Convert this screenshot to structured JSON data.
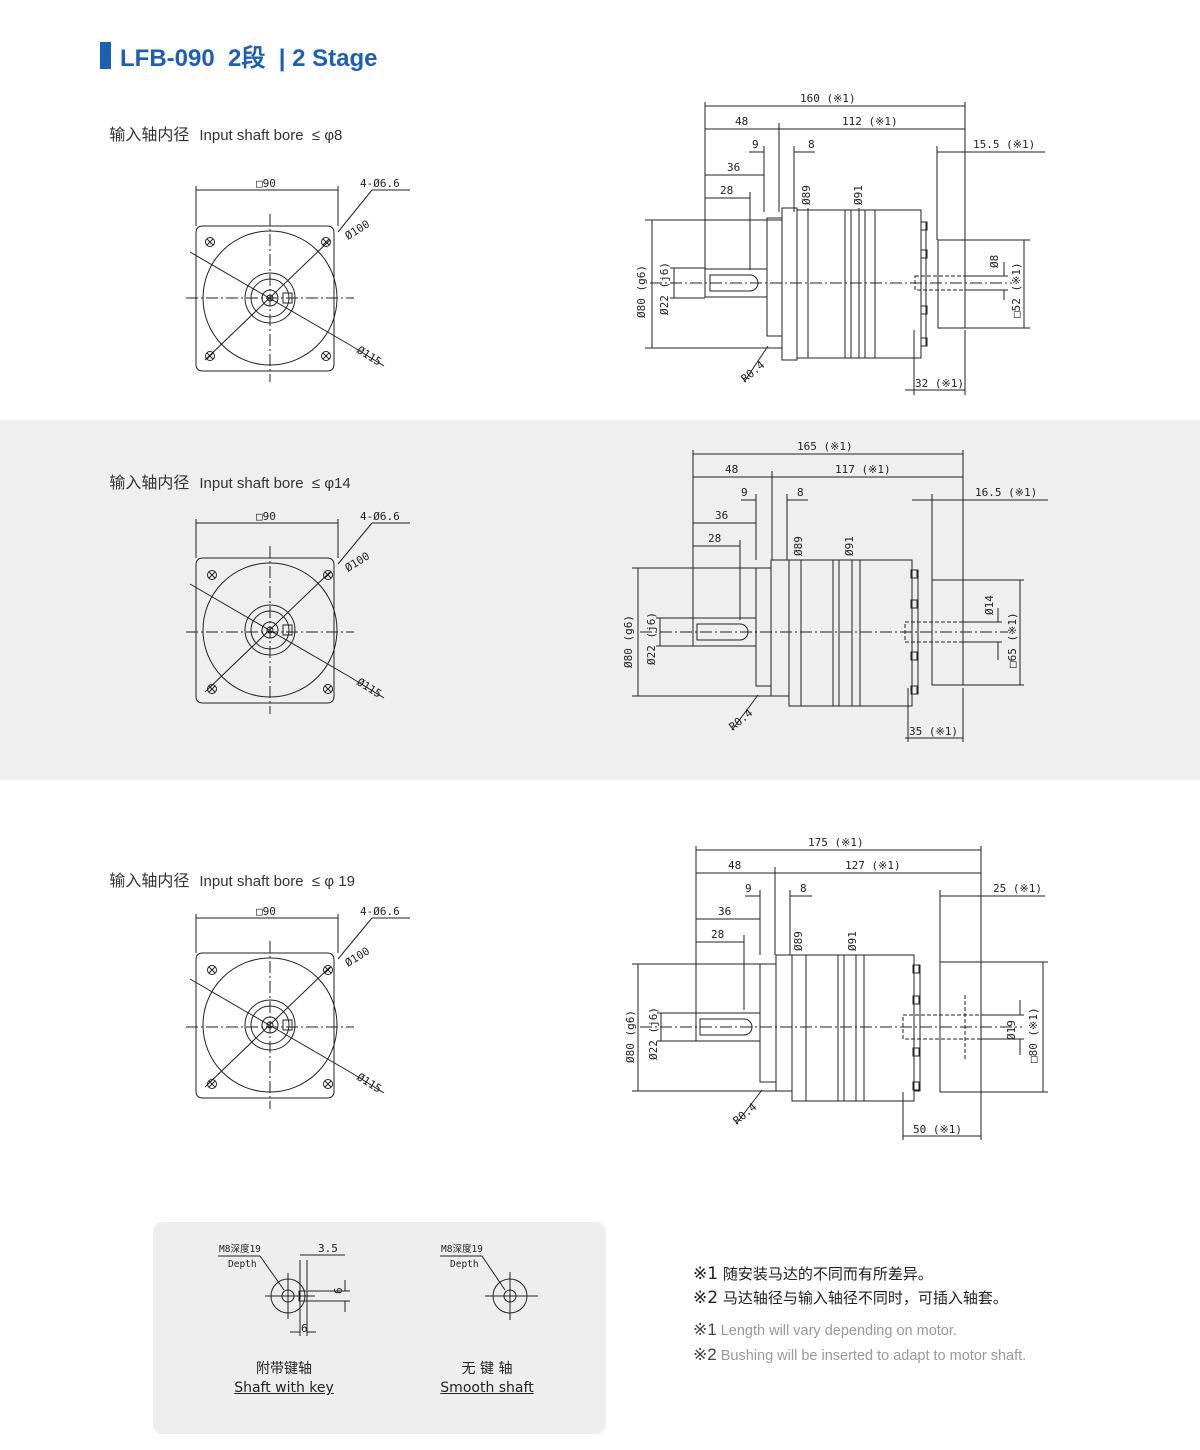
{
  "header": {
    "title": "LFB-090  2段  | 2 Stage",
    "accent_color": "#1c5fb4"
  },
  "sections": [
    {
      "bore_label_cn": "输入轴内径",
      "bore_label_en": "Input shaft bore  ≤ φ8",
      "front": {
        "square": "□90",
        "holes": "4-Ø6.6",
        "pcd": "Ø100",
        "outer": "Ø115"
      },
      "side": {
        "total": "160 (※1)",
        "flange_len": "48",
        "body_len": "112 (※1)",
        "end_len": "15.5 (※1)",
        "d9": "9",
        "d8": "8",
        "d36": "36",
        "d28": "28",
        "dia89": "Ø89",
        "dia91": "Ø91",
        "dia80": "Ø80 (g6)",
        "dia22": "Ø22 (j6)",
        "r04": "R0.4",
        "bore": "Ø8",
        "motor_sq": "□52 (※1)",
        "bottom": "32 (※1)"
      }
    },
    {
      "bore_label_cn": "输入轴内径",
      "bore_label_en": "Input shaft bore  ≤ φ14",
      "front": {
        "square": "□90",
        "holes": "4-Ø6.6",
        "pcd": "Ø100",
        "outer": "Ø115"
      },
      "side": {
        "total": "165 (※1)",
        "flange_len": "48",
        "body_len": "117 (※1)",
        "end_len": "16.5 (※1)",
        "d9": "9",
        "d8": "8",
        "d36": "36",
        "d28": "28",
        "dia89": "Ø89",
        "dia91": "Ø91",
        "dia80": "Ø80 (g6)",
        "dia22": "Ø22 (j6)",
        "r04": "R0.4",
        "bore": "Ø14",
        "motor_sq": "□65 (※1)",
        "bottom": "35 (※1)"
      }
    },
    {
      "bore_label_cn": "输入轴内径",
      "bore_label_en": "Input shaft bore  ≤ φ 19",
      "front": {
        "square": "□90",
        "holes": "4-Ø6.6",
        "pcd": "Ø100",
        "outer": "Ø115"
      },
      "side": {
        "total": "175 (※1)",
        "flange_len": "48",
        "body_len": "127 (※1)",
        "end_len": "25 (※1)",
        "d9": "9",
        "d8": "8",
        "d36": "36",
        "d28": "28",
        "dia89": "Ø89",
        "dia91": "Ø91",
        "dia80": "Ø80 (g6)",
        "dia22": "Ø22 (j6)",
        "r04": "R0.4",
        "bore": "Ø19",
        "motor_sq": "□80 (※1)",
        "bottom": "50 (※1)"
      }
    }
  ],
  "shaft_options": [
    {
      "tap": "M8深度19",
      "depth": "Depth",
      "dim_a": "3.5",
      "dim_b": "6",
      "dim_c": "6",
      "caption_cn": "附带键轴",
      "caption_en": "Shaft with key"
    },
    {
      "tap": "M8深度19",
      "depth": "Depth",
      "caption_cn": "无 键 轴",
      "caption_en": "Smooth shaft"
    }
  ],
  "notes": {
    "cn": [
      {
        "mark": "※1",
        "text": "随安装马达的不同而有所差异。"
      },
      {
        "mark": "※2",
        "text": "马达轴径与输入轴径不同时，可插入轴套。"
      }
    ],
    "en": [
      {
        "mark": "※1",
        "text": "Length will vary depending on motor."
      },
      {
        "mark": "※2",
        "text": "Bushing will be inserted to adapt to motor shaft."
      }
    ]
  }
}
